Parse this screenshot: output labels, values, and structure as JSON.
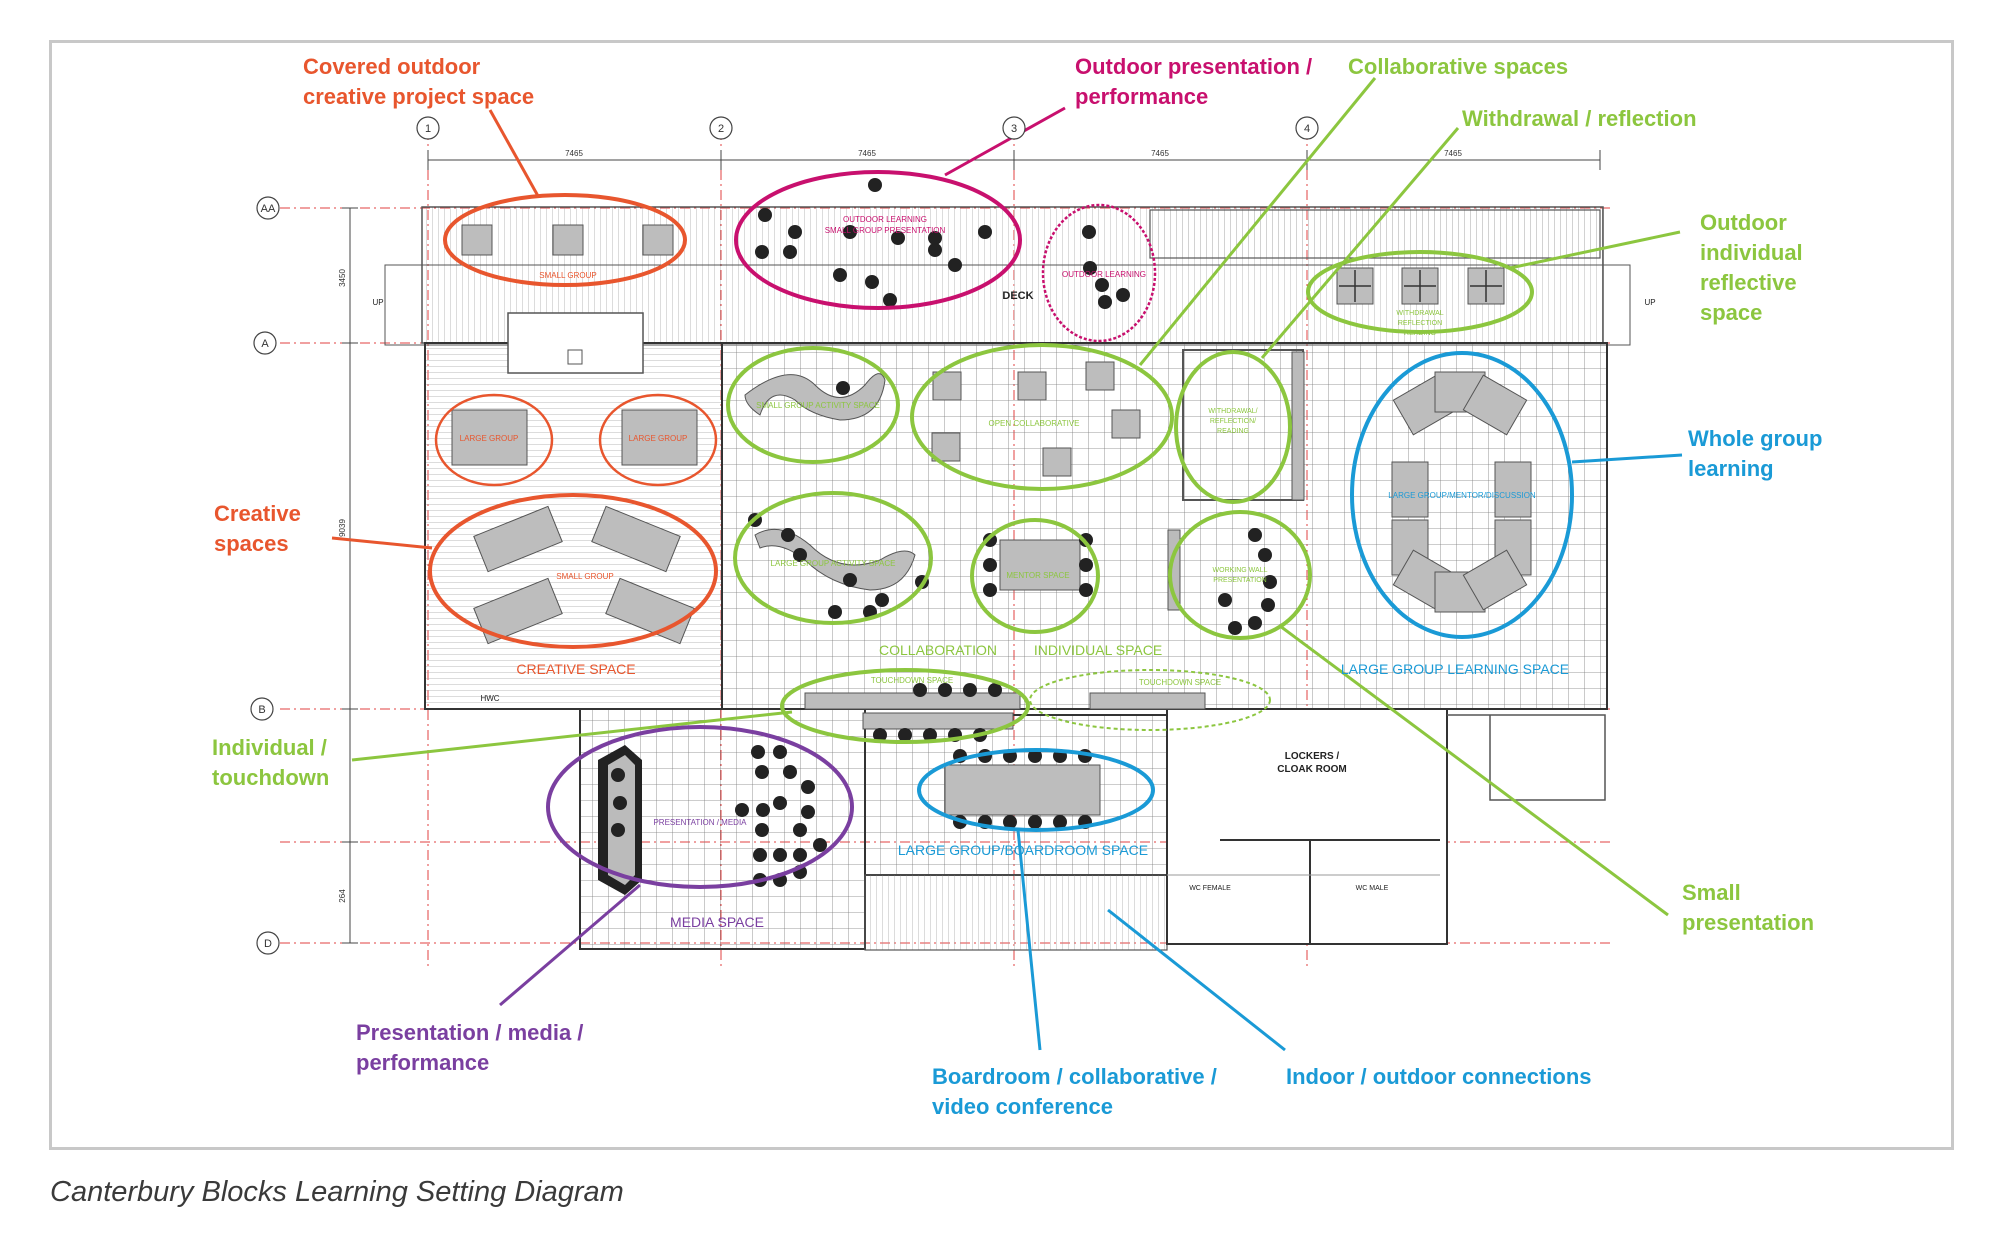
{
  "caption": "Canterbury Blocks Learning Setting Diagram",
  "colors": {
    "orange": "#e8562e",
    "magenta": "#c8106e",
    "green": "#8cc63f",
    "blue": "#1a9ad6",
    "purple": "#7a3fa0",
    "frame": "#c8c8c8",
    "grid": "#6e6e6e",
    "axis": "#e04040"
  },
  "callouts": {
    "covered_outdoor": [
      "Covered outdoor",
      "creative project space"
    ],
    "outdoor_presentation": [
      "Outdoor presentation /",
      "performance"
    ],
    "collaborative_spaces": [
      "Collaborative spaces"
    ],
    "withdrawal": [
      "Withdrawal / reflection"
    ],
    "outdoor_individual": [
      "Outdoor",
      "individual",
      "reflective",
      "space"
    ],
    "whole_group": [
      "Whole group",
      "learning"
    ],
    "creative_spaces": [
      "Creative",
      "spaces"
    ],
    "individual_touchdown": [
      "Individual /",
      "touchdown"
    ],
    "small_presentation": [
      "Small",
      "presentation"
    ],
    "presentation_media": [
      "Presentation / media /",
      "performance"
    ],
    "boardroom": [
      "Boardroom / collaborative /",
      "video conference"
    ],
    "indoor_outdoor": [
      "Indoor / outdoor connections"
    ]
  },
  "grid_axes": {
    "columns": [
      "1",
      "2",
      "3",
      "4"
    ],
    "rows": [
      "AA",
      "A",
      "B",
      "D"
    ],
    "column_dimensions": [
      "7465",
      "7465",
      "7465",
      "7465"
    ],
    "row_dimensions": [
      "3450",
      "9039",
      "264"
    ]
  },
  "plan_labels": {
    "deck": "DECK",
    "up_left": "UP",
    "up_right": "UP",
    "lockers": [
      "LOCKERS /",
      "CLOAK ROOM"
    ],
    "wc_female": "WC FEMALE",
    "wc_male": "WC MALE",
    "hwc": "HWC",
    "creative_space": "CREATIVE SPACE",
    "collaboration": "COLLABORATION",
    "individual_space": "INDIVIDUAL SPACE",
    "large_group_learning": "LARGE GROUP LEARNING SPACE",
    "media_space": "MEDIA SPACE",
    "boardroom_space": "LARGE GROUP/BOARDROOM SPACE",
    "small_group": "SMALL GROUP",
    "large_group_1": "LARGE GROUP",
    "large_group_2": "LARGE GROUP",
    "small_group_2": "SMALL GROUP",
    "outdoor_learning_pres": [
      "OUTDOOR LEARNING",
      "SMALL GROUP PRESENTATION"
    ],
    "outdoor_learning": "OUTDOOR LEARNING",
    "withdrawal_reading": [
      "WITHDRAWAL",
      "REFLECTION",
      "READING"
    ],
    "small_group_activity": "SMALL GROUP ACTIVITY SPACE",
    "open_collaborative": "OPEN COLLABORATIVE",
    "withdrawal_inner": [
      "WITHDRAWAL/",
      "REFLECTION/",
      "READING"
    ],
    "large_group_activity": "LARGE GROUP ACTIVITY SPACE",
    "mentor_space": "MENTOR SPACE",
    "working_wall": [
      "WORKING WALL",
      "PRESENTATION"
    ],
    "large_group_mentor": "LARGE GROUP/MENTOR/DISCUSSION",
    "touchdown_1": "TOUCHDOWN SPACE",
    "touchdown_2": "TOUCHDOWN SPACE",
    "presentation_media": "PRESENTATION / MEDIA"
  }
}
